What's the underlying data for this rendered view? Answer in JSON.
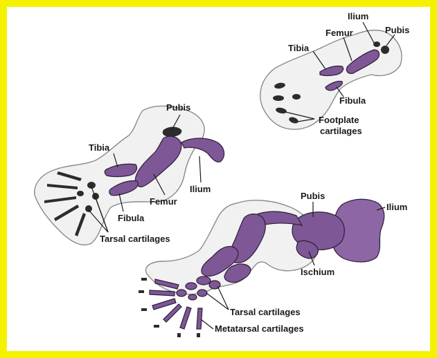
{
  "colors": {
    "border": "#f5f200",
    "bone": "#7e5796",
    "cartilage": "#2c2c2c",
    "tissue_outline": "#8a8a8a"
  },
  "stage_small": {
    "ilium": "Ilium",
    "pubis": "Pubis",
    "femur": "Femur",
    "tibia": "Tibia",
    "fibula": "Fibula",
    "footplate_1": "Footplate",
    "footplate_2": "cartilages"
  },
  "stage_middle": {
    "pubis": "Pubis",
    "tibia": "Tibia",
    "ilium": "Ilium",
    "femur": "Femur",
    "fibula": "Fibula",
    "tarsal": "Tarsal cartilages"
  },
  "stage_large": {
    "pubis": "Pubis",
    "ilium": "Ilium",
    "ischium": "Ischium",
    "tarsal": "Tarsal cartilages",
    "metatarsal": "Metatarsal cartilages"
  }
}
